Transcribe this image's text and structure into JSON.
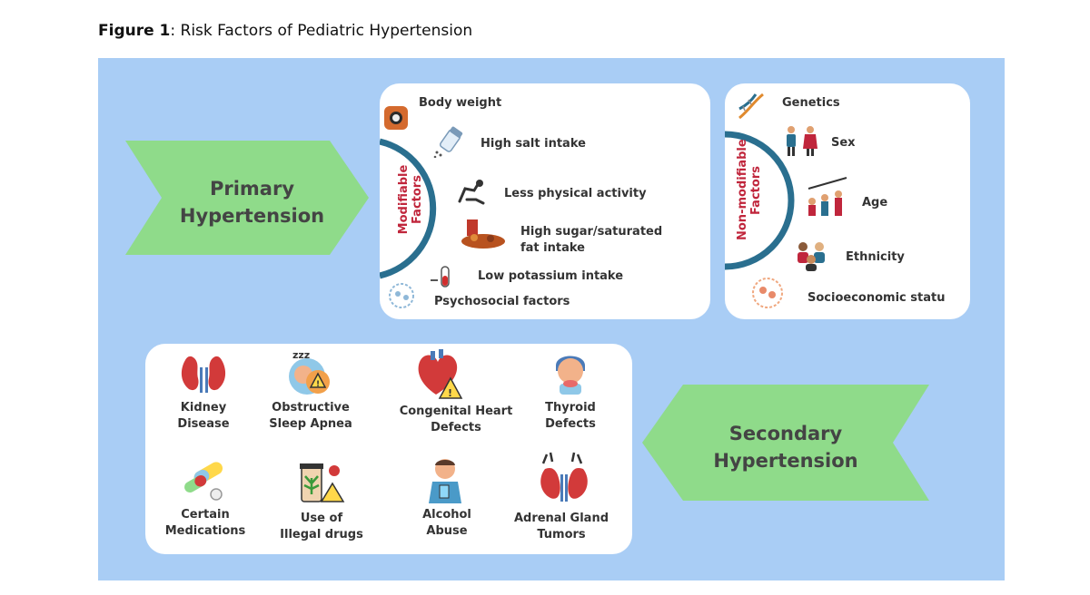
{
  "caption": {
    "prefix": "Figure 1",
    "text": ": Risk Factors of Pediatric Hypertension"
  },
  "primary": {
    "line1": "Primary",
    "line2": "Hypertension"
  },
  "secondary": {
    "line1": "Secondary",
    "line2": "Hypertension"
  },
  "modifiable": {
    "side_line1": "Modifiable",
    "side_line2": "Factors",
    "items": [
      "Body weight",
      "High salt intake",
      "Less physical activity",
      "High sugar/saturated",
      "fat intake",
      "Low potassium intake",
      "Psychosocial factors"
    ]
  },
  "non_modifiable": {
    "side_line1": "Non-modifiable",
    "side_line2": "Factors",
    "items": [
      "Genetics",
      "Sex",
      "Age",
      "Ethnicity",
      "Socioeconomic status"
    ]
  },
  "secondary_causes": [
    {
      "line1": "Kidney",
      "line2": "Disease"
    },
    {
      "line1": "Obstructive",
      "line2": "Sleep Apnea"
    },
    {
      "line1": "Congenital Heart",
      "line2": "Defects"
    },
    {
      "line1": "Thyroid",
      "line2": "Defects"
    },
    {
      "line1": "Certain",
      "line2": "Medications"
    },
    {
      "line1": "Use of",
      "line2": "Illegal drugs"
    },
    {
      "line1": "Alcohol",
      "line2": "Abuse"
    },
    {
      "line1": "Adrenal Gland",
      "line2": "Tumors"
    }
  ],
  "colors": {
    "background": "#a9cdf5",
    "arrow": "#8fdb8a",
    "accent_arc": "#2a6f8f",
    "side_label": "#c0263c"
  }
}
